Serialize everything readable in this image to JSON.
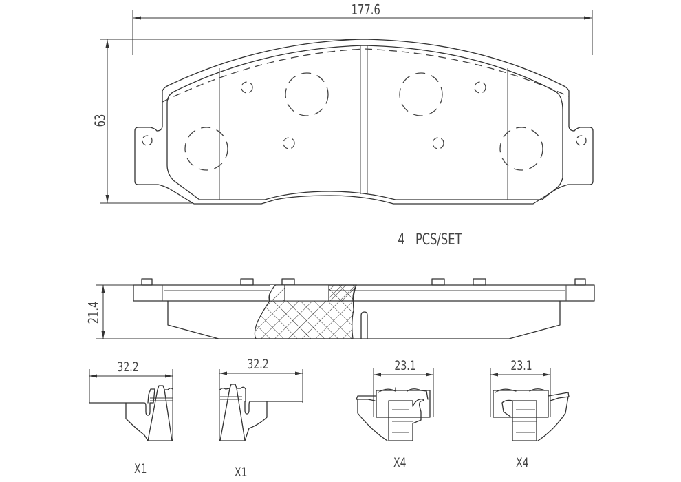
{
  "drawing": {
    "subject": "brake pad set technical drawing",
    "line_color": "#333333",
    "background": "#ffffff"
  },
  "front_view": {
    "width_dimension": "177.6",
    "height_dimension": "63"
  },
  "quantity_note": "4   PCS/SET",
  "side_view": {
    "thickness_dimension": "21.4"
  },
  "hardware": [
    {
      "name": "clip-left",
      "dimension": "32.2",
      "quantity": "X1"
    },
    {
      "name": "clip-right",
      "dimension": "32.2",
      "quantity": "X1"
    },
    {
      "name": "shim-clip-left",
      "dimension": "23.1",
      "quantity": "X4"
    },
    {
      "name": "shim-clip-right",
      "dimension": "23.1",
      "quantity": "X4"
    }
  ]
}
